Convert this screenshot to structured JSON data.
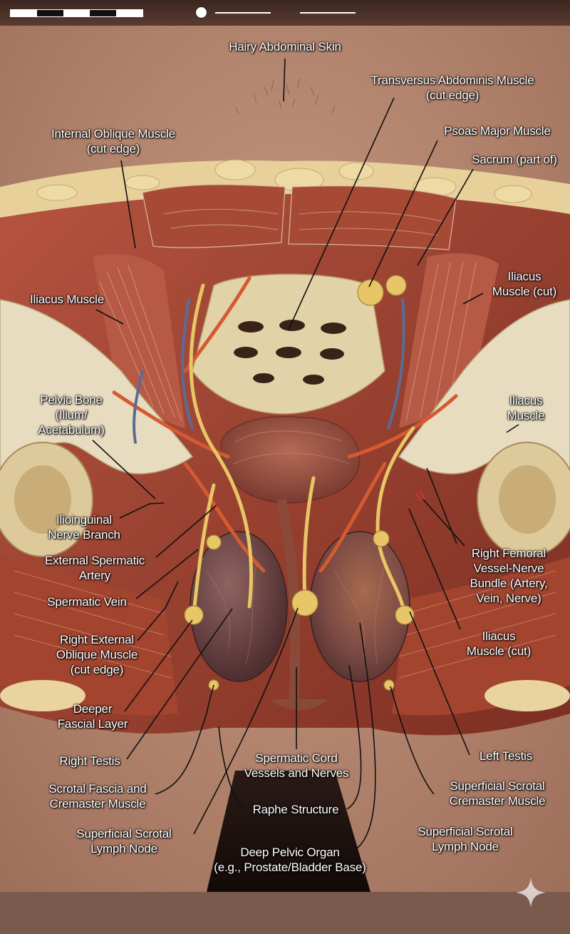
{
  "labels": {
    "hairy_abdominal_skin": "Hairy Abdominal Skin",
    "transversus_l1": "Transversus Abdominis Muscle",
    "transversus_l2": "(cut edge)",
    "internal_oblique_l1": "Internal Oblique Muscle",
    "internal_oblique_l2": "(cut edge)",
    "psoas_major": "Psoas Major Muscle",
    "sacrum": "Sacrum (part of)",
    "iliacus_muscle_left": "Iliacus Muscle",
    "iliacus_cut_right_l1": "Iliacus",
    "iliacus_cut_right_l2": "Muscle (cut)",
    "pelvic_bone_l1": "Pelvic Bone",
    "pelvic_bone_l2": "(Ilium/",
    "pelvic_bone_l3": "Acetabulum)",
    "iliacus_muscle_right_l1": "Iliacus",
    "iliacus_muscle_right_l2": "Muscle",
    "ilioinguinal_l1": "Ilioinguinal",
    "ilioinguinal_l2": "Nerve Branch",
    "ext_spermatic_l1": "External Spermatic",
    "ext_spermatic_l2": "Artery",
    "spermatic_vein": "Spermatic Vein",
    "right_femoral_l1": "Right Femoral",
    "right_femoral_l2": "Vessel-Nerve",
    "right_femoral_l3": "Bundle (Artery,",
    "right_femoral_l4": "Vein, Nerve)",
    "right_ext_oblique_l1": "Right External",
    "right_ext_oblique_l2": "Oblique Muscle",
    "right_ext_oblique_l3": "(cut edge)",
    "iliacus_cut_lower_l1": "Iliacus",
    "iliacus_cut_lower_l2": "Muscle (cut)",
    "deeper_fascial_l1": "Deeper",
    "deeper_fascial_l2": "Fascial Layer",
    "right_testis": "Right Testis",
    "spermatic_cord_l1": "Spermatic Cord",
    "spermatic_cord_l2": "Vessels and Nerves",
    "left_testis": "Left Testis",
    "scrotal_fascia_l1": "Scrotal Fascia and",
    "scrotal_fascia_l2": "Cremaster Muscle",
    "raphe_structure": "Raphe Structure",
    "superficial_cremaster_l1": "Superficial Scrotal",
    "superficial_cremaster_l2": "Cremaster Muscle",
    "lymph_left_l1": "Superficial Scrotal",
    "lymph_left_l2": "Lymph Node",
    "lymph_right_l1": "Superficial Scrotal",
    "lymph_right_l2": "Lymph Node",
    "deep_pelvic_l1": "Deep Pelvic Organ",
    "deep_pelvic_l2": "(e.g., Prostate/Bladder Base)"
  },
  "icons": {
    "watermark": "sparkle-icon",
    "slider": "slider-handle-icon",
    "scale": "scale-bar-icon"
  },
  "colors": {
    "skin": "#b98a74",
    "muscle": "#9c3f2c",
    "bone": "#e4d6b4",
    "fat": "#e6cf86",
    "nerve": "#e7c46a",
    "artery": "#d4582f",
    "vein": "#5f6f9a",
    "testis": "#6d4240",
    "label_text": "#ffffff",
    "leader_line": "#111111"
  }
}
